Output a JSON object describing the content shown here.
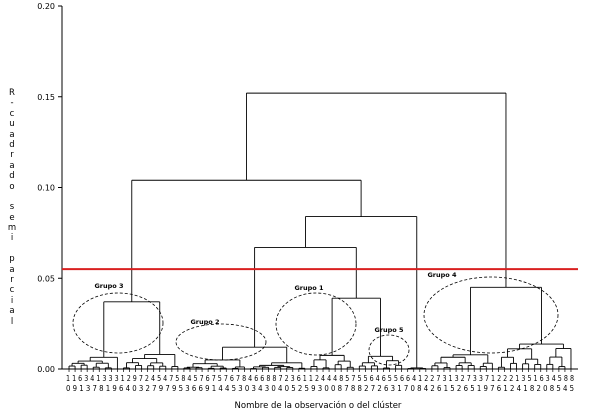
{
  "chart_data": {
    "type": "dendrogram",
    "ylabel": "R-cuadrado semi parcial",
    "xlabel": "Nombre de la observación o del clúster",
    "ylim": [
      0,
      0.2
    ],
    "yticks": [
      "0.00",
      "0.05",
      "0.10",
      "0.15",
      "0.20"
    ],
    "threshold": 0.055,
    "threshold_color": "#d92020",
    "line_color": "#000000",
    "group_labels": [
      "Grupo 1",
      "Grupo 2",
      "Grupo 3",
      "Grupo 4",
      "Grupo 5"
    ],
    "leaf_labels_row1": "1 1 6 3 4 1 3 3 3 1 2 9 7 2 4 5 4 7 5 8 4 5 7 6 7 5 7 6 7 8 4 6 6 8 8 7 2 3 6 1 1 2 4 4 4 8 5 7 5 5 6 4 6 5 5 6 6 4 1 2 2 7 3 1 3 2 7 3 3 7 1 2 2 2 1 3 5 1 6 3 4 5 8 8",
    "leaf_labels_row2": "0 9 1 3 7 8 1 9 6 4 0 3 2 7 9 7 9 5 3 6 6 9 1 4 4 5 3 0 3 4 3 0 4 0 5 2 5 9 3 0 0 8 7 8 8 2 7 2 6 3 1 7 0 8 4 2 6 1 5 2 6 5 1 9 7 6 1 2 4 1 8 2 0 8 5 4 5",
    "merges": [
      {
        "name": "root",
        "height": 0.152
      },
      {
        "name": "left-main",
        "height": 0.104
      },
      {
        "name": "right-main",
        "height": 0.084
      },
      {
        "name": "center",
        "height": 0.067
      },
      {
        "name": "grupo-4-top",
        "height": 0.045
      },
      {
        "name": "grupo-3-top",
        "height": 0.037
      },
      {
        "name": "grupo-1-top",
        "height": 0.039
      },
      {
        "name": "grupo-2-top",
        "height": 0.012
      },
      {
        "name": "grupo-5-top",
        "height": 0.011
      }
    ]
  }
}
